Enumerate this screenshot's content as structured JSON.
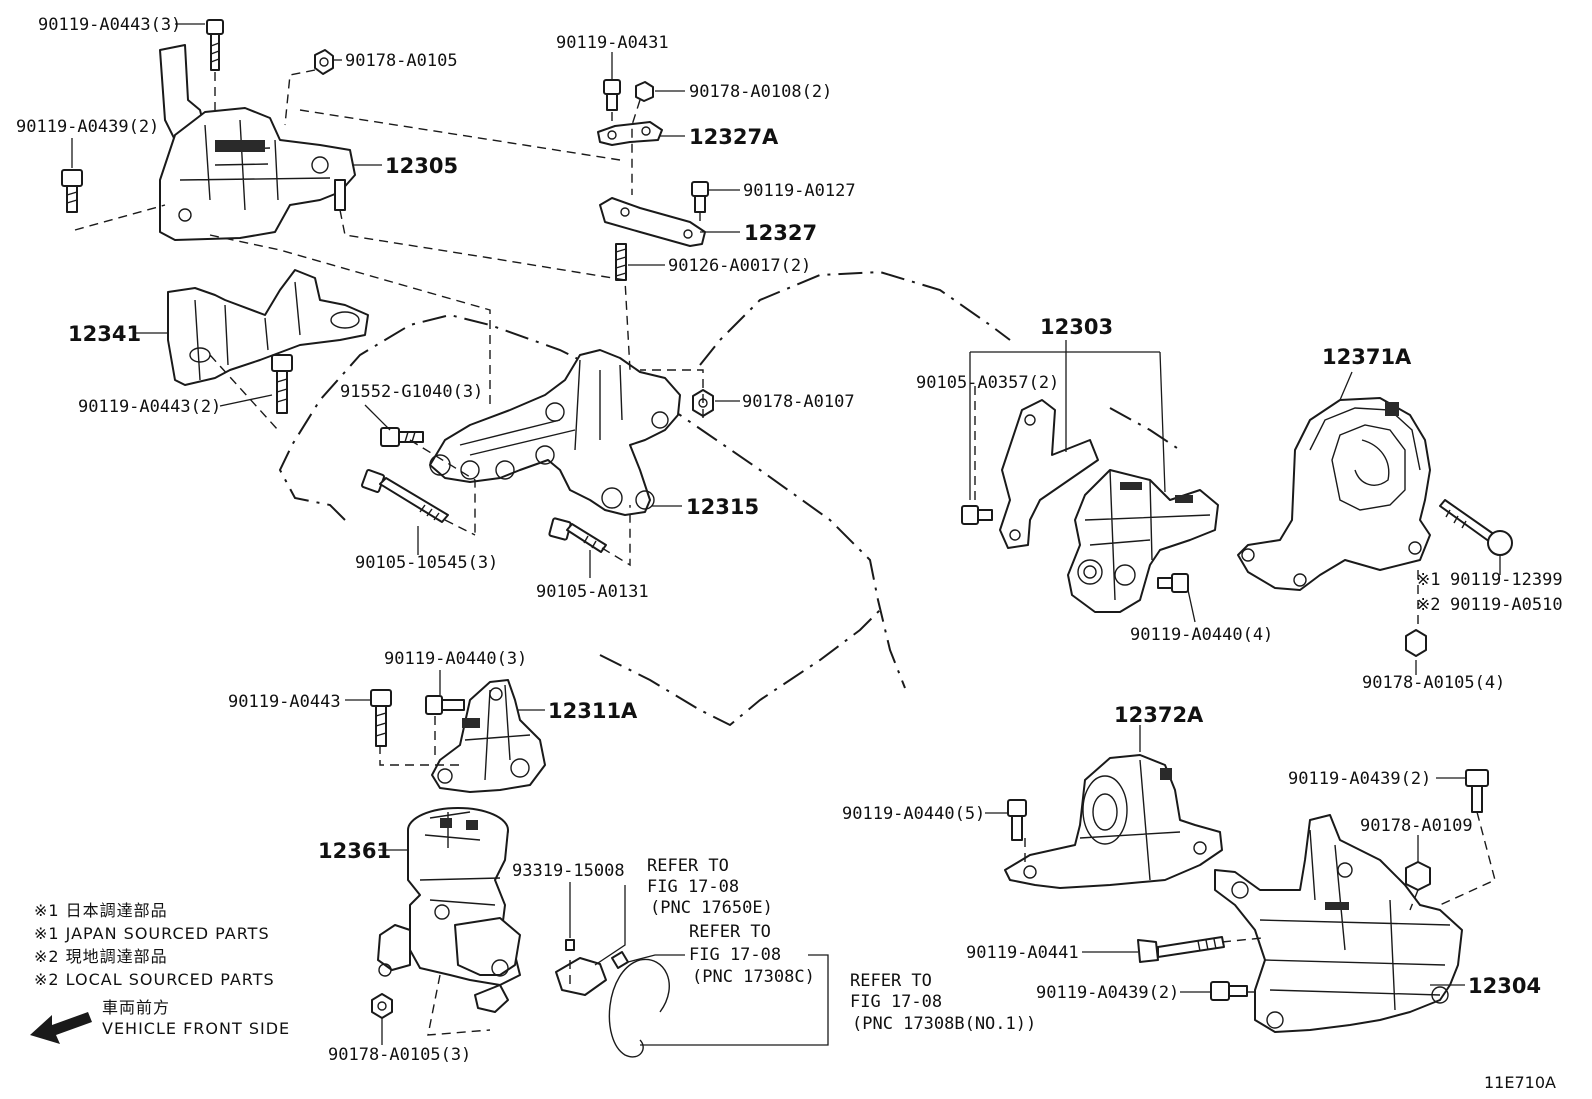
{
  "labels": {
    "p_a0443_top": "90119-A0443(3)",
    "p_a0105_top": "90178-A0105",
    "p_a0439_left": "90119-A0439(2)",
    "p_12305": "12305",
    "p_a0431": "90119-A0431",
    "p_a0108": "90178-A0108(2)",
    "p_12327a": "12327A",
    "p_a0127": "90119-A0127",
    "p_12327": "12327",
    "p_a0017": "90126-A0017(2)",
    "p_12341": "12341",
    "p_a0443_mid": "90119-A0443(2)",
    "p_g1040": "91552-G1040(3)",
    "p_a0107": "90178-A0107",
    "p_12315": "12315",
    "p_10545": "90105-10545(3)",
    "p_a0131": "90105-A0131",
    "p_12303": "12303",
    "p_a0357": "90105-A0357(2)",
    "p_12371a": "12371A",
    "p_a0440_4": "90119-A0440(4)",
    "p_12399": "90119-12399",
    "p_a0510": "90119-A0510",
    "mark_1": "※1",
    "mark_2": "※2",
    "p_a0105_4": "90178-A0105(4)",
    "p_a0440_3": "90119-A0440(3)",
    "p_a0443_low": "90119-A0443",
    "p_12311a": "12311A",
    "p_12372a": "12372A",
    "p_a0439_r1": "90119-A0439(2)",
    "p_a0440_5": "90119-A0440(5)",
    "p_a0109": "90178-A0109",
    "p_12361": "12361",
    "p_15008": "93319-15008",
    "ref1_l1": "REFER TO",
    "ref1_l2": "FIG 17-08",
    "ref1_l3": "(PNC 17650E)",
    "ref2_l1": "REFER TO",
    "ref2_l2": "FIG 17-08",
    "ref2_l3": "(PNC 17308C)",
    "ref3_l1": "REFER TO",
    "ref3_l2": "FIG 17-08",
    "ref3_l3": "(PNC 17308B(NO.1))",
    "p_a0441": "90119-A0441",
    "p_a0439_r2": "90119-A0439(2)",
    "p_12304": "12304",
    "p_a0105_3": "90178-A0105(3)",
    "note1_jp": "※1 日本調達部品",
    "note1_en": "※1 JAPAN SOURCED PARTS",
    "note2_jp": "※2 現地調達部品",
    "note2_en": "※2 LOCAL SOURCED PARTS",
    "front_jp": "車両前方",
    "front_en": "VEHICLE FRONT SIDE",
    "figure_code": "11E710A"
  }
}
